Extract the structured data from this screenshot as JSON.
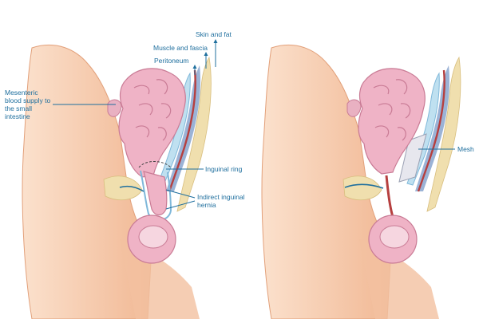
{
  "labels": {
    "skin_fat": "Skin and fat",
    "muscle_fascia": "Muscle and fascia",
    "peritoneum": "Peritoneum",
    "mesenteric": "Mesenteric blood supply to the small intestine",
    "inguinal_ring": "Inguinal ring",
    "indirect_hernia": "Indirect inguinal hernia",
    "mesh": "Mesh"
  },
  "colors": {
    "label_blue": "#1f6f9e",
    "skin": "#f5c9a6",
    "skin_dark": "#e9a77f",
    "intestine": "#efb3c6",
    "intestine_shadow": "#c97b95",
    "fat": "#f0dfae",
    "muscle_fascia": "#8aa6cf",
    "peritoneum": "#7fb8da",
    "artery": "#b63f3f",
    "mesh": "#e7e7ee"
  }
}
